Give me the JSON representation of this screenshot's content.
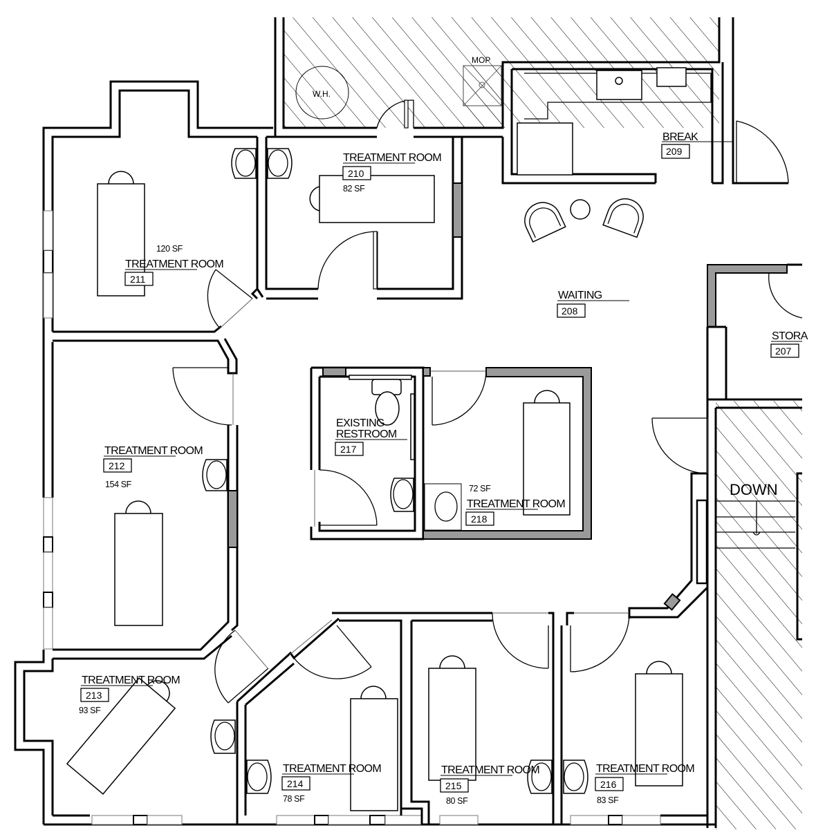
{
  "plan": {
    "type": "architectural floor plan",
    "colors": {
      "wall": "#000000",
      "new_wall_fill": "#9a9a9a",
      "background": "#ffffff",
      "hatch": "#000000"
    },
    "rooms": [
      {
        "id": "r209",
        "name": "BREAK",
        "number": "209",
        "area": ""
      },
      {
        "id": "r210",
        "name": "TREATMENT ROOM",
        "number": "210",
        "area": "82 SF"
      },
      {
        "id": "r211",
        "name": "TREATMENT ROOM",
        "number": "211",
        "area": "120 SF"
      },
      {
        "id": "r208",
        "name": "WAITING",
        "number": "208",
        "area": ""
      },
      {
        "id": "r207",
        "name": "STORA",
        "number": "207",
        "area": ""
      },
      {
        "id": "r212",
        "name": "TREATMENT ROOM",
        "number": "212",
        "area": "154 SF"
      },
      {
        "id": "r217",
        "name_line1": "EXISTING",
        "name_line2": "RESTROOM",
        "number": "217",
        "area": ""
      },
      {
        "id": "r218",
        "name": "TREATMENT ROOM",
        "number": "218",
        "area": "72 SF"
      },
      {
        "id": "r213",
        "name": "TREATMENT ROOM",
        "number": "213",
        "area": "93 SF"
      },
      {
        "id": "r214",
        "name": "TREATMENT ROOM",
        "number": "214",
        "area": "78 SF"
      },
      {
        "id": "r215",
        "name": "TREATMENT ROOM",
        "number": "215",
        "area": "80 SF"
      },
      {
        "id": "r216",
        "name": "TREATMENT ROOM",
        "number": "216",
        "area": "83 SF"
      }
    ],
    "annotations": {
      "water_heater": "W.H.",
      "mop": "MOP",
      "stair": "DOWN"
    }
  }
}
